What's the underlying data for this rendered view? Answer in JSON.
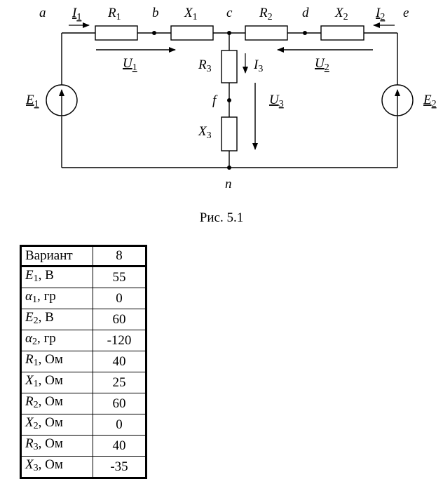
{
  "nodes": {
    "a": "a",
    "b": "b",
    "c": "c",
    "d": "d",
    "e": "e",
    "f": "f",
    "n": "n"
  },
  "components": {
    "R1": {
      "main": "R",
      "sub": "1"
    },
    "X1": {
      "main": "X",
      "sub": "1"
    },
    "R2": {
      "main": "R",
      "sub": "2"
    },
    "X2": {
      "main": "X",
      "sub": "2"
    },
    "R3": {
      "main": "R",
      "sub": "3"
    },
    "X3": {
      "main": "X",
      "sub": "3"
    },
    "E1": {
      "main": "E",
      "sub": "1"
    },
    "E2": {
      "main": "E",
      "sub": "2"
    }
  },
  "currents": {
    "I1": {
      "main": "I",
      "sub": "1"
    },
    "I2": {
      "main": "I",
      "sub": "2"
    },
    "I3": {
      "main": "I",
      "sub": "3"
    }
  },
  "voltages": {
    "U1": {
      "main": "U",
      "sub": "1"
    },
    "U2": {
      "main": "U",
      "sub": "2"
    },
    "U3": {
      "main": "U",
      "sub": "3"
    }
  },
  "caption": "Рис. 5.1",
  "table": {
    "header": {
      "name": "Вариант",
      "value": "8"
    },
    "rows": [
      {
        "sym": "E",
        "sub": "1",
        "unit": ", В",
        "value": "55",
        "greek": false
      },
      {
        "sym": "α",
        "sub": "1",
        "unit": ", гр",
        "value": "0",
        "greek": true
      },
      {
        "sym": "E",
        "sub": "2",
        "unit": ", В",
        "value": "60",
        "greek": false
      },
      {
        "sym": "α",
        "sub": "2",
        "unit": ", гр",
        "value": "-120",
        "greek": true
      },
      {
        "sym": "R",
        "sub": "1",
        "unit": ", Ом",
        "value": "40",
        "greek": false
      },
      {
        "sym": "X",
        "sub": "1",
        "unit": ", Ом",
        "value": "25",
        "greek": false
      },
      {
        "sym": "R",
        "sub": "2",
        "unit": ", Ом",
        "value": "60",
        "greek": false
      },
      {
        "sym": "X",
        "sub": "2",
        "unit": ", Ом",
        "value": "0",
        "greek": false
      },
      {
        "sym": "R",
        "sub": "3",
        "unit": ", Ом",
        "value": "40",
        "greek": false
      },
      {
        "sym": "X",
        "sub": "3",
        "unit": ", Ом",
        "value": "-35",
        "greek": false
      }
    ]
  }
}
